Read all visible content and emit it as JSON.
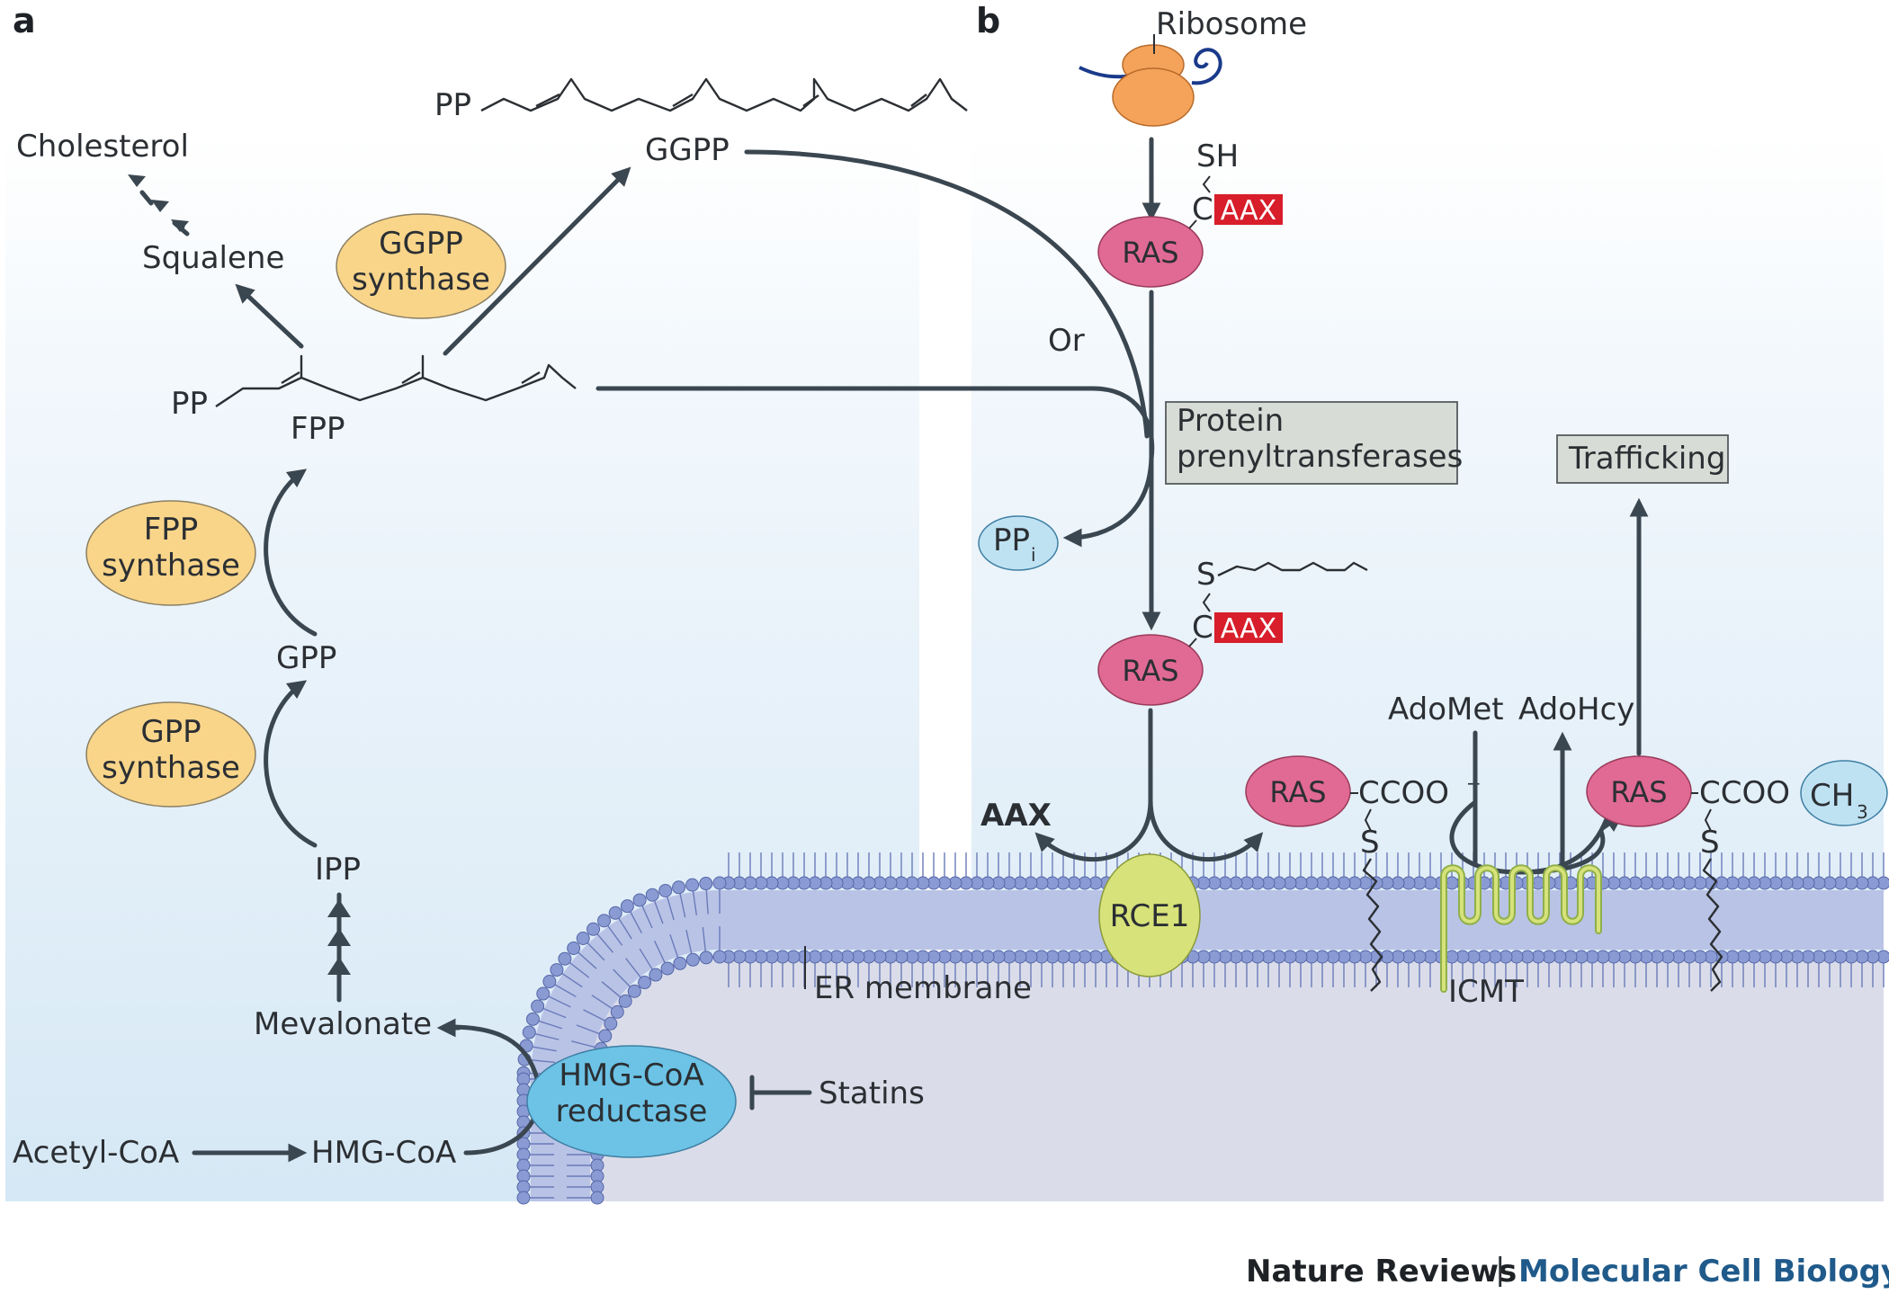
{
  "panels": {
    "a": "a",
    "b": "b"
  },
  "pathway": {
    "cholesterol": "Cholesterol",
    "squalene": "Squalene",
    "ggpp": "GGPP",
    "fpp": "FPP",
    "gpp": "GPP",
    "ipp": "IPP",
    "mevalonate": "Mevalonate",
    "acetyl_coa": "Acetyl-CoA",
    "hmg_coa": "HMG-CoA",
    "pp_top": "PP",
    "pp_fpp": "PP",
    "statins": "Statins"
  },
  "enzymes": {
    "ggpp_synthase": [
      "GGPP",
      "synthase"
    ],
    "fpp_synthase": [
      "FPP",
      "synthase"
    ],
    "gpp_synthase": [
      "GPP",
      "synthase"
    ],
    "hmg_coa_reductase": [
      "HMG-CoA",
      "reductase"
    ],
    "rce1": "RCE1",
    "icmt": "ICMT"
  },
  "ras_pathway": {
    "ribosome": "Ribosome",
    "sh": "SH",
    "c": "C",
    "aax": "AAX",
    "ras": "RAS",
    "or": "Or",
    "prenyltransferases": [
      "Protein",
      "prenyltransferases"
    ],
    "ppi": "PP",
    "ppi_sub": "i",
    "s": "S",
    "aax_released": "AAX",
    "ccoo": "CCOO",
    "minus": "−",
    "adomet": "AdoMet",
    "adohcy": "AdoHcy",
    "trafficking": "Trafficking",
    "ch3": "CH",
    "ch3_sub": "3",
    "er_membrane": "ER membrane"
  },
  "footer": {
    "journal": "Nature Reviews",
    "separator": "|",
    "section": "Molecular Cell Biology"
  },
  "colors": {
    "enzyme_orange": "#f9d58a",
    "ras_pink": "#e06a93",
    "ribosome_orange": "#f5a35a",
    "reductase_blue": "#6cc3e6",
    "rce1_green": "#d7e27a",
    "aax_red": "#d71e2a",
    "membrane_head": "#8a9bd3",
    "gray_box": "#d8dcd6",
    "footer_blue": "#1f5a8a"
  }
}
